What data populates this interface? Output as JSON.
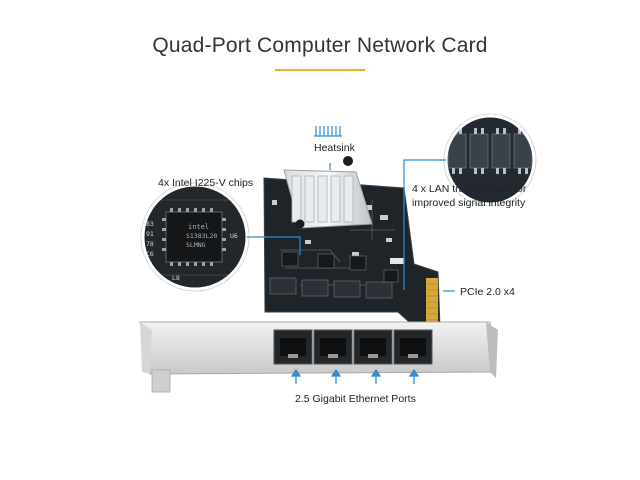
{
  "title": "Quad-Port Computer Network Card",
  "colors": {
    "accent": "#f0b429",
    "callout": "#2e8bd6",
    "pcb": "#1f2428",
    "gold": "#d4a93a"
  },
  "labels": {
    "heatsink": "Heatsink",
    "chips": "4x Intel I225-V chips",
    "transformers_line1": "4 x LAN transformers for",
    "transformers_line2": "improved signal integrity",
    "pcie": "PCIe 2.0 x4",
    "ports": "2.5 Gigabit Ethernet Ports"
  },
  "chip_zoom": {
    "marking_line1": "intel",
    "marking_line2": "S1383L20",
    "marking_line3": "SLMNG",
    "side_labels": [
      "83",
      "91",
      "78",
      "C6"
    ],
    "corner_label": "U6",
    "bottom_label": "L8"
  },
  "icons": [
    "heatsink-icon",
    "arrow-up-icon"
  ]
}
